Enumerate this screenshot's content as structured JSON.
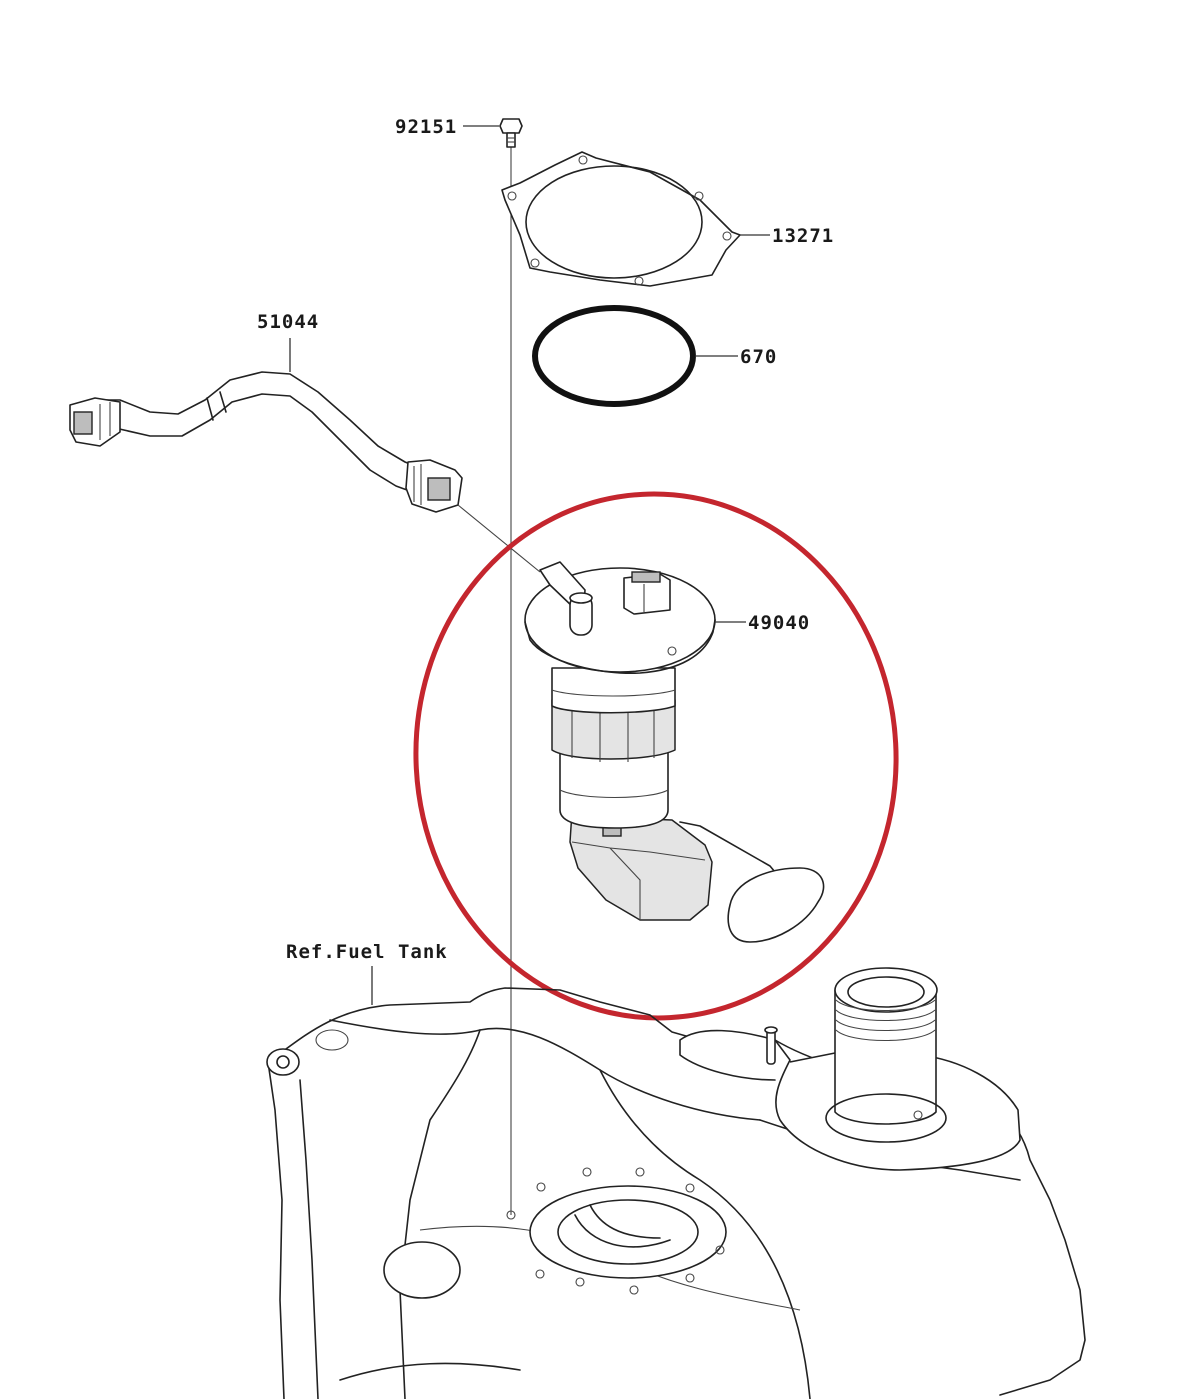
{
  "labels": {
    "bolt": "92151",
    "gasket": "13271",
    "hose": "51044",
    "oring": "670",
    "pump": "49040",
    "tank_ref": "Ref.Fuel Tank"
  },
  "colors": {
    "highlight": "#c4262e",
    "line": "#222222",
    "background": "#ffffff"
  }
}
